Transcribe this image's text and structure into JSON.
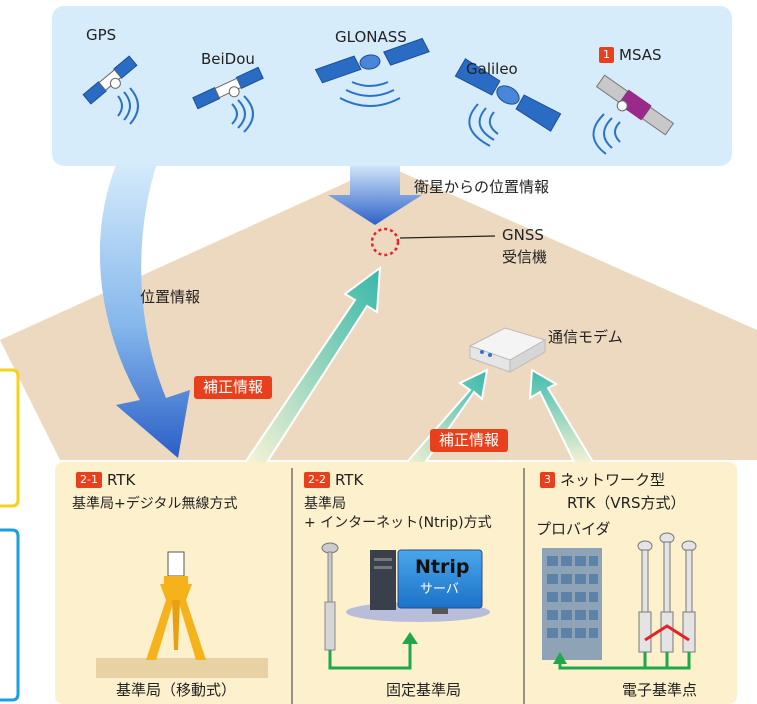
{
  "satellites": {
    "gps": "GPS",
    "beidou": "BeiDou",
    "glonass": "GLONASS",
    "galileo": "Galileo",
    "msas": "MSAS",
    "msas_badge": "1"
  },
  "labels": {
    "satellite_position": "衛星からの位置情報",
    "gnss_receiver_line1": "GNSS",
    "gnss_receiver_line2": "受信機",
    "position_info": "位置情報",
    "comm_modem": "通信モデム",
    "correction_info_left": "補正情報",
    "correction_info_center": "補正情報"
  },
  "panels": [
    {
      "badge": "2-1",
      "title": "RTK",
      "subtitle": "基準局+デジタル無線方式",
      "bottom": "基準局（移動式）"
    },
    {
      "badge": "2-2",
      "title": "RTK",
      "subtitle_line1": "基準局",
      "subtitle_line2": "+ インターネット(Ntrip)方式",
      "server_title": "Ntrip",
      "server_sub": "サーバ",
      "bottom": "固定基準局"
    },
    {
      "badge": "3",
      "title_line1": "ネットワーク型",
      "title_line2": "RTK（VRS方式）",
      "provider": "プロバイダ",
      "bottom": "電子基準点"
    }
  ],
  "colors": {
    "sky": "#d6ecfb",
    "ground": "#ecd9c0",
    "panel": "#fdf1cd",
    "accent_red": "#e8401c",
    "arrow_blue": "#3a6fd0",
    "arrow_teal": "#5cc4b8",
    "cable_green": "#1fa84a",
    "bracket_yellow": "#f6d21a",
    "bracket_blue": "#1aa0e0"
  }
}
